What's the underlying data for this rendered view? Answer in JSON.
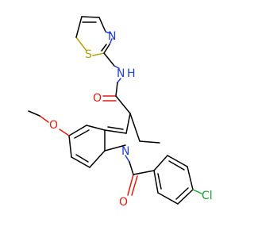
{
  "molecule": {
    "atom_labels": {
      "thiazole_n": "N",
      "thiazole_s": "S",
      "amide_n": "N",
      "amide_h": "H",
      "amide_o": "O",
      "ether_o": "O",
      "indole_n": "N",
      "ketone_o": "O",
      "chlorine": "Cl"
    },
    "colors": {
      "carbon": "#000000",
      "nitrogen": "#1f3fd6",
      "oxygen": "#e11d0f",
      "sulfur": "#b8a20a",
      "chlorine": "#17a52f"
    }
  }
}
